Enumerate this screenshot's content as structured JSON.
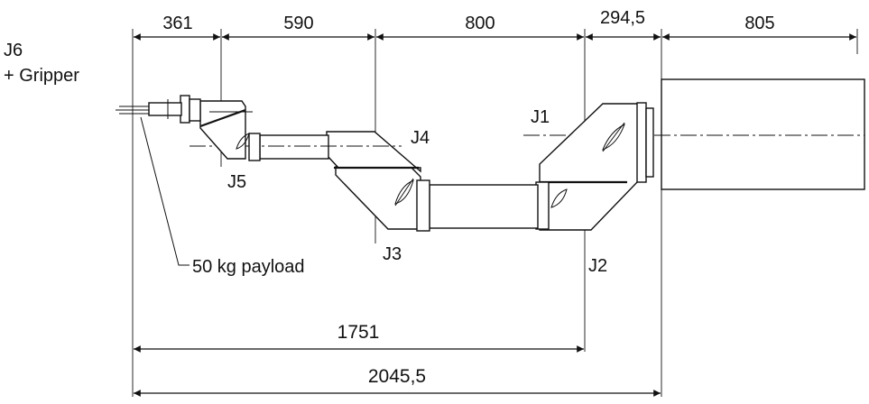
{
  "dimensions": {
    "top": [
      "361",
      "590",
      "800",
      "294,5",
      "805"
    ],
    "span_j2": "1751",
    "span_total": "2045,5"
  },
  "joints": {
    "j1": "J1",
    "j2": "J2",
    "j3": "J3",
    "j4": "J4",
    "j5": "J5",
    "j6": "J6",
    "gripper": "+ Gripper"
  },
  "annotations": {
    "payload": "50 kg payload"
  }
}
